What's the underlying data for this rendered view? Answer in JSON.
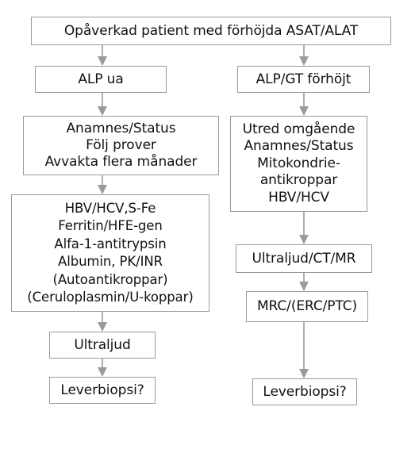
{
  "top": {
    "label": "Opåverkad patient med förhöjda ASAT/ALAT"
  },
  "left": {
    "alp_box": "ALP ua",
    "followup_box": [
      "Anamnes/Status",
      "Följ prover",
      "Avvakta flera månader"
    ],
    "tests_box": [
      "HBV/HCV,S-Fe",
      "Ferritin/HFE-gen",
      "Alfa-1-antitrypsin",
      "Albumin, PK/INR",
      "(Autoantikroppar)",
      "(Ceruloplasmin/U-koppar)"
    ],
    "imaging_box": "Ultraljud",
    "biopsy_box": "Leverbiopsi?"
  },
  "right": {
    "alp_box": "ALP/GT förhöjt",
    "workup_box": [
      "Utred omgående",
      "Anamnes/Status",
      "Mitokondrie-",
      "antikroppar",
      "HBV/HCV"
    ],
    "imaging_box": "Ultraljud/CT/MR",
    "mrc_box": "MRC/(ERC/PTC)",
    "biopsy_box": "Leverbiopsi?"
  }
}
